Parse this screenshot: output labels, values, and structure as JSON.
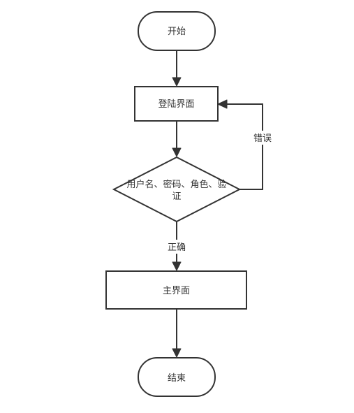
{
  "diagram": {
    "nodes": {
      "start": {
        "label": "开始"
      },
      "login": {
        "label": "登陆界面"
      },
      "verify": {
        "label_line1": "用户名、密码、角色、验",
        "label_line2": "证"
      },
      "main": {
        "label": "主界面"
      },
      "end": {
        "label": "结束"
      }
    },
    "edges": {
      "verify_error": {
        "label": "错误"
      },
      "verify_ok": {
        "label": "正确"
      }
    }
  }
}
